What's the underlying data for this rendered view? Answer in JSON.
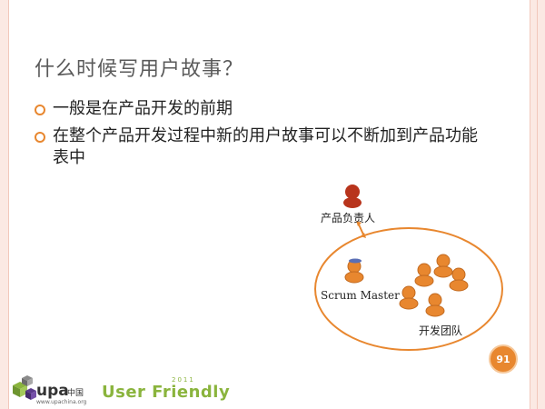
{
  "slide": {
    "title": "什么时候写用户故事？",
    "bullets": [
      "一般是在产品开发的前期",
      "在整个产品开发过程中新的用户故事可以不断加到产品功能表中"
    ],
    "page_number": "91"
  },
  "diagram": {
    "product_owner_label": "产品负责人",
    "scrum_master_label": "Scrum Master",
    "team_label": "开发团队",
    "colors": {
      "product_owner": "#b8341c",
      "team_member": "#e8872f",
      "scrum_master_cap": "#5a6fb5",
      "circle": "#e8872f",
      "arrow": "#e8872f"
    }
  },
  "footer": {
    "upa_logo_text": "upa",
    "upa_cn_text": "中国",
    "upa_url": "www.upachina.org",
    "user_friendly_text": "User Friendly",
    "user_friendly_year": "2011"
  },
  "theme": {
    "accent": "#e8872f",
    "edge": "#fbe9e3"
  }
}
